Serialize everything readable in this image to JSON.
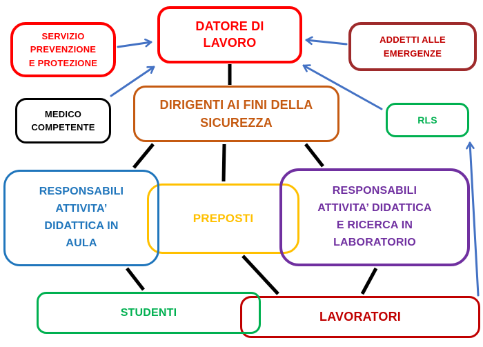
{
  "diagram": {
    "background": "#FFFFFF",
    "line_color": "#000000",
    "arrow_color": "#4472C4",
    "nodes": {
      "datore": {
        "label": "DATORE DI\nLAVORO",
        "color": "#FF0000"
      },
      "servizio": {
        "label": "SERVIZIO\nPREVENZIONE\nE PROTEZIONE",
        "color": "#FF0000"
      },
      "addetti": {
        "label": "ADDETTI ALLE\nEMERGENZE",
        "color": "#9E2A2B",
        "text_color": "#C00000"
      },
      "medico": {
        "label": "MEDICO\nCOMPETENTE",
        "color": "#000000"
      },
      "dirigenti": {
        "label": "DIRIGENTI AI FINI DELLA\nSICUREZZA",
        "color": "#C55A11"
      },
      "rls": {
        "label": "RLS",
        "color": "#00B050"
      },
      "resp_aula": {
        "label": "RESPONSABILI\nATTIVITA’\nDIDATTICA IN\nAULA",
        "color": "#2076BC"
      },
      "preposti": {
        "label": "PREPOSTI",
        "color": "#FFC000"
      },
      "resp_lab": {
        "label": "RESPONSABILI\nATTIVITA’ DIDATTICA\nE RICERCA IN\nLABORATORIO",
        "color": "#7030A0"
      },
      "studenti": {
        "label": "STUDENTI",
        "color": "#00B050"
      },
      "lavoratori": {
        "label": "LAVORATORI",
        "color": "#C00000"
      }
    },
    "edges": [
      {
        "from": "servizio",
        "to": "datore",
        "type": "arrow"
      },
      {
        "from": "medico",
        "to": "datore",
        "type": "arrow"
      },
      {
        "from": "addetti",
        "to": "datore",
        "type": "arrow"
      },
      {
        "from": "rls",
        "to": "datore",
        "type": "arrow"
      },
      {
        "from": "lavoratori",
        "to": "rls",
        "type": "arrow"
      },
      {
        "from": "datore",
        "to": "dirigenti",
        "type": "line"
      },
      {
        "from": "dirigenti",
        "to": "resp_aula",
        "type": "line"
      },
      {
        "from": "dirigenti",
        "to": "preposti",
        "type": "line"
      },
      {
        "from": "dirigenti",
        "to": "resp_lab",
        "type": "line"
      },
      {
        "from": "resp_aula",
        "to": "studenti",
        "type": "line"
      },
      {
        "from": "preposti",
        "to": "lavoratori",
        "type": "line"
      },
      {
        "from": "resp_lab",
        "to": "lavoratori",
        "type": "line"
      }
    ]
  }
}
